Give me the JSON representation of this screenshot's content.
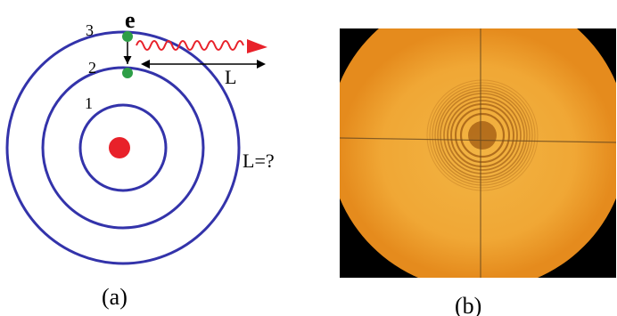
{
  "panel_a": {
    "caption": "(a)",
    "orbit_labels": [
      "1",
      "2",
      "3"
    ],
    "electron_label": "e",
    "photon_length_label": "L",
    "question_label": "L=?",
    "colors": {
      "orbit": "#3333aa",
      "nucleus": "#e8212a",
      "electron": "#2e9e47",
      "photon": "#e8212a",
      "arrow": "#000000"
    }
  },
  "panel_b": {
    "caption": "(b)",
    "colors": {
      "background": "#000000",
      "field_center": "#f0b040",
      "field_edge": "#e38a1c",
      "fringe": "#9a5510",
      "crosshair": "#6b4a20"
    }
  }
}
